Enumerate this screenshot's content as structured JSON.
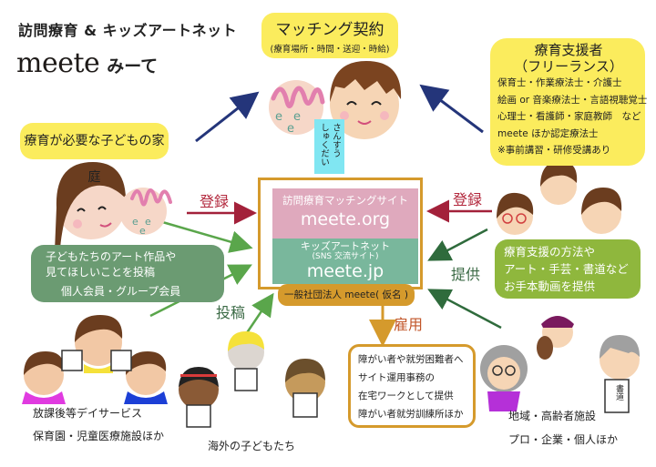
{
  "header": {
    "subtitle": "訪問療育 & キッズアートネット",
    "logo": "meete",
    "logo_kana": "みーて"
  },
  "matching": {
    "title": "マッチング契約",
    "detail": "(療育場所・時間・送迎・時給)"
  },
  "family": {
    "label": "療育が必要な子どもの家庭"
  },
  "supporter": {
    "title1": "療育支援者",
    "title2": "（フリーランス）",
    "lines": [
      "保育士・作業療法士・介護士",
      "絵画 or 音楽療法士・言語視聴覚士",
      "心理士・看護師・家庭教師　など",
      "meete ほか認定療法士",
      "※事前講習・研修受講あり"
    ]
  },
  "mascot_tag": {
    "col1": "さんすう",
    "col2": "しゅくだい"
  },
  "center": {
    "matching_site_label": "訪問療育マッチングサイト",
    "matching_site_url": "meete.org",
    "kids_net_label": "キッズアートネット",
    "kids_net_sub": "(SNS 交流サイト)",
    "kids_net_url": "meete.jp",
    "org_name": "一般社団法人 meete( 仮名 )"
  },
  "arrows": {
    "register_left": "登録",
    "register_right": "登録",
    "post": "投稿",
    "provide": "提供",
    "employ": "雇用"
  },
  "kids_box": {
    "line1": "子どもたちのアート作品や",
    "line2": "見てほしいことを投稿",
    "line3": "個人会員・グループ会員"
  },
  "method_box": {
    "line1": "療育支援の方法や",
    "line2": "アート・手芸・書道など",
    "line3": "お手本動画を提供"
  },
  "employment_box": {
    "lines": [
      "障がい者や就労困難者へ",
      "サイト運用事務の",
      "在宅ワークとして提供",
      "障がい者就労訓練所ほか"
    ]
  },
  "captions": {
    "daycare1": "放課後等デイサービス",
    "daycare2": "保育園・児童医療施設ほか",
    "overseas": "海外の子どもたち",
    "community1": "地域・高齢者施設",
    "community2": "プロ・企業・個人ほか",
    "calligraphy_sign": "書道"
  },
  "colors": {
    "yellow": "#fbec5d",
    "gold": "#d59a2c",
    "pink": "#dfa9bd",
    "teal": "#79b79c",
    "dark_green": "#6b9b72",
    "lime": "#8fb73d",
    "navy_arrow": "#24357a",
    "red_arrow": "#a3213a",
    "green_arrow": "#5aa64b"
  }
}
